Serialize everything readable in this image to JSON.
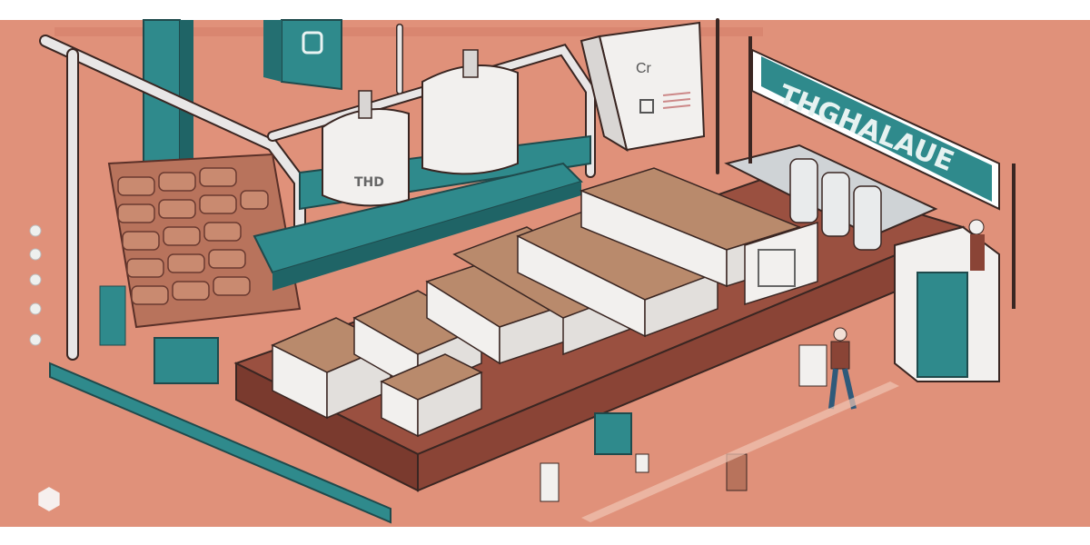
{
  "scene": {
    "description": "Isometric illustration of an industrial processing facility with conveyor bins of granular material, silos, pipes, and workers",
    "palette": {
      "background": "#e0917a",
      "floor_band": "#ffffff",
      "teal": "#2f8a8c",
      "teal_dark": "#1f6466",
      "brick": "#9a5040",
      "white": "#f2f0ee",
      "grain": "#b98a6c",
      "outline": "#3a2622"
    }
  },
  "sign": {
    "text": "THGHALAUE"
  },
  "panel_left": {
    "glyph": "⬡"
  },
  "panel_right": {
    "glyph": "Cr"
  },
  "silo_label": {
    "text": "THD"
  },
  "corner_logo": {
    "glyph": "⬢"
  }
}
